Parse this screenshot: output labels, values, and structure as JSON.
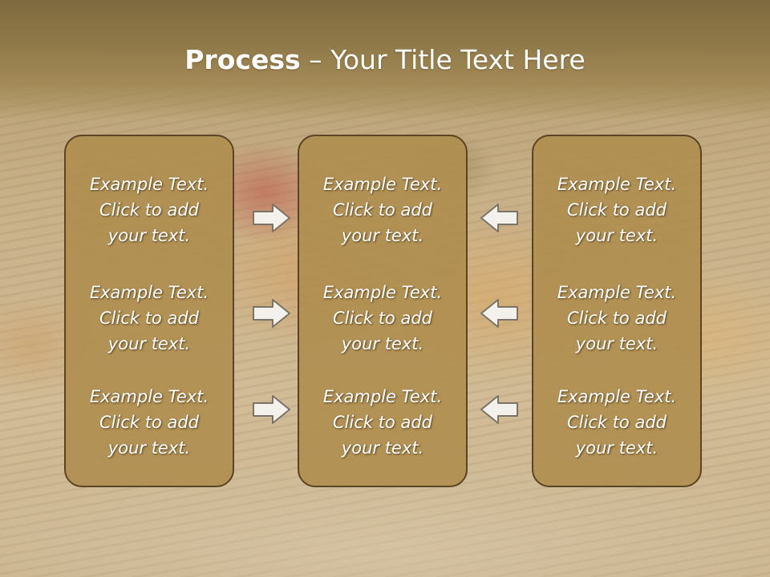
{
  "title": {
    "bold": "Process",
    "rest": " – Your Title Text Here"
  },
  "columns": [
    {
      "items": [
        "Example Text.\nClick  to add\nyour text.",
        "Example Text.\nClick  to add\nyour text.",
        "Example Text.\nClick  to add\nyour text."
      ]
    },
    {
      "items": [
        "Example Text.\nClick  to add\nyour text.",
        "Example Text.\nClick  to add\nyour text.",
        "Example Text.\nClick  to add\nyour text."
      ]
    },
    {
      "items": [
        "Example Text.\nClick  to add\nyour text.",
        "Example Text.\nClick  to add\nyour text.",
        "Example Text.\nClick  to add\nyour text."
      ]
    }
  ],
  "arrows": {
    "left_group": "arrow-right-icon",
    "right_group": "arrow-left-icon"
  }
}
